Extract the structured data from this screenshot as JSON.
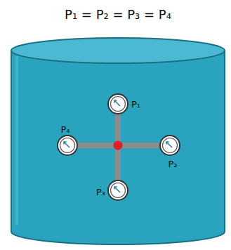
{
  "diagram": {
    "title": "P₁ = P₂ = P₃ = P₄",
    "labels": [
      "P₁",
      "P₂",
      "P₃",
      "P₄"
    ]
  }
}
